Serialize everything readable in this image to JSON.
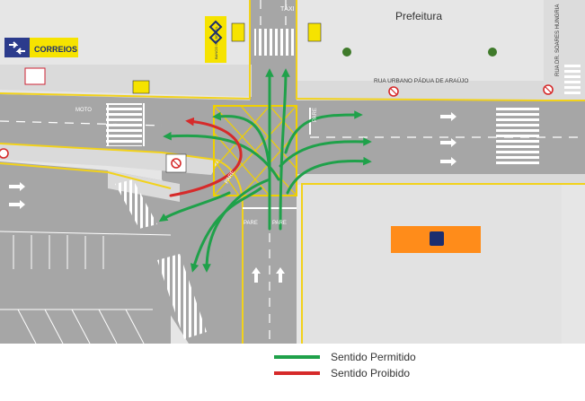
{
  "labels": {
    "prefeitura": "Prefeitura",
    "correios": "CORREIOS",
    "taxi": "TÁXI",
    "rua_urbano": "RUA URBANO PÁDUA DE ARAÚJO",
    "rua_soares": "RUA DR. SOARES HUNGRIA",
    "moto": "MOTO",
    "pare_1": "PARE",
    "pare_2": "PARE",
    "pare_3": "PARE",
    "pare_4": "PARE",
    "bank_name": "BANCO DO BRASIL"
  },
  "legend": {
    "permitido": "Sentido Permitido",
    "proibido": "Sentido Proibido"
  },
  "colors": {
    "asphalt": "#a6a6a6",
    "sidewalk": "#d7d7d7",
    "block": "#e6e6e6",
    "curb_yellow": "#f2d21b",
    "box_yellow": "#f0d000",
    "permitted": "#1fa14a",
    "prohibited": "#d62a2a",
    "correios_blue": "#2b3b8c",
    "correios_yellow": "#f6e300",
    "building_orange": "#ff8c1a"
  },
  "icons": {
    "correios_logo": "correios-logo-icon",
    "bank_logo": "banco-do-brasil-logo-icon",
    "no_turn": "no-turn-sign-icon",
    "bus_stop": "bus-stop-sign-icon",
    "tree": "tree-icon"
  }
}
